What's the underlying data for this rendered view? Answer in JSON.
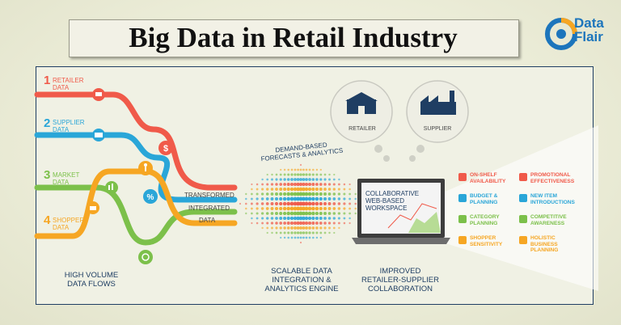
{
  "title": "Big Data in Retail Industry",
  "brand": {
    "line1": "Data",
    "line2": "Flair"
  },
  "colors": {
    "red": "#f05a4a",
    "blue": "#2aa6d8",
    "green": "#7cc04a",
    "orange": "#f6a623",
    "navy": "#1f3e63"
  },
  "sources": [
    {
      "number": "1",
      "label": "RETAILER\nDATA",
      "color": "#f05a4a"
    },
    {
      "number": "2",
      "label": "SUPPLIER\nDATA",
      "color": "#2aa6d8"
    },
    {
      "number": "3",
      "label": "MARKET\nDATA",
      "color": "#7cc04a"
    },
    {
      "number": "4",
      "label": "SHOPPER\nDATA",
      "color": "#f6a623"
    }
  ],
  "outputs": [
    "TRANSFORMED",
    "INTEGRATED",
    "DATA"
  ],
  "forecast_label": "DEMAND-BASED\nFORECASTS & ANALYTICS",
  "nodes": {
    "retailer": "RETAILER",
    "supplier": "SUPPLIER"
  },
  "screen_text": "COLLABORATIVE\nWEB-BASED\nWORKSPACE",
  "benefits": [
    {
      "label": "ON-SHELF\nAVAILABILITY",
      "color": "#f05a4a",
      "icon": "shelf-icon"
    },
    {
      "label": "PROMOTIONAL\nEFFECTIVENESS",
      "color": "#f05a4a",
      "icon": "promo-icon"
    },
    {
      "label": "BUDGET &\nPLANNING",
      "color": "#2aa6d8",
      "icon": "budget-icon"
    },
    {
      "label": "NEW ITEM\nINTRODUCTIONS",
      "color": "#2aa6d8",
      "icon": "new-item-icon"
    },
    {
      "label": "CATEGORY\nPLANNING",
      "color": "#7cc04a",
      "icon": "category-icon"
    },
    {
      "label": "COMPETITIVE\nAWARENESS",
      "color": "#7cc04a",
      "icon": "competitive-icon"
    },
    {
      "label": "SHOPPER\nSENSITIVITY",
      "color": "#f6a623",
      "icon": "shopper-icon"
    },
    {
      "label": "HOLISTIC\nBUSINESS\nPLANNING",
      "color": "#f6a623",
      "icon": "holistic-icon"
    }
  ],
  "captions": {
    "flows": "HIGH VOLUME\nDATA FLOWS",
    "engine": "SCALABLE DATA\nINTEGRATION &\nANALYTICS ENGINE",
    "collab": "IMPROVED\nRETAILER-SUPPLIER\nCOLLABORATION"
  }
}
